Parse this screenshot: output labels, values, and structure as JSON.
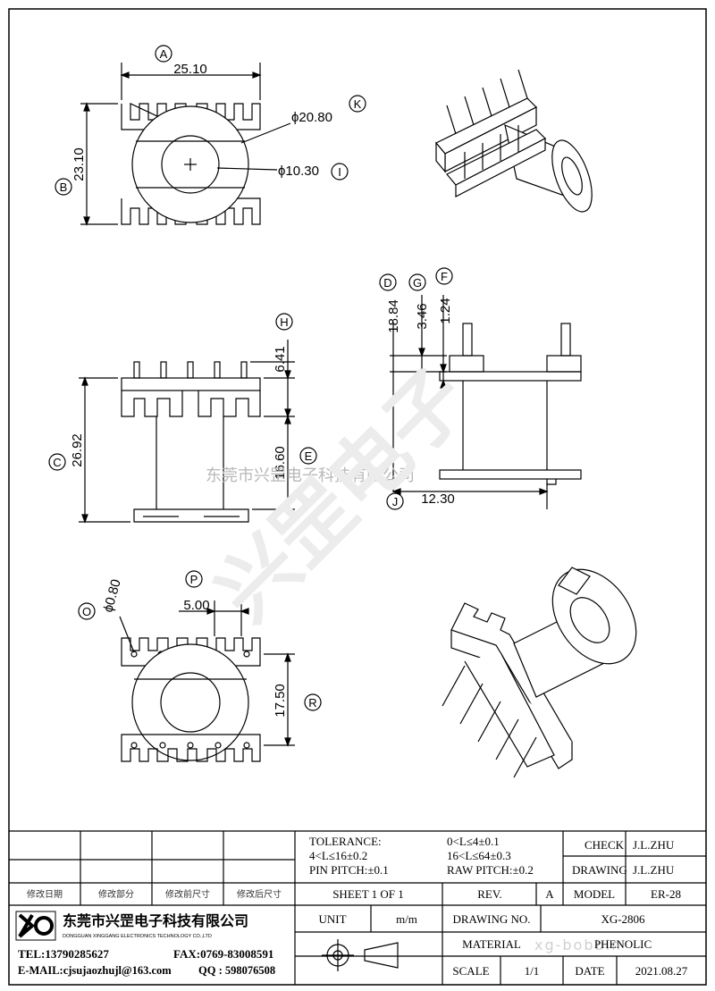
{
  "drawing": {
    "top_view": {
      "width": "25.10",
      "height": "23.10",
      "outer_dia": "ϕ20.80",
      "inner_dia": "ϕ10.30",
      "label_width": "A",
      "label_height": "B",
      "label_outer": "K",
      "label_inner": "I"
    },
    "front_view": {
      "total_height": "26.92",
      "pin_height": "6.41",
      "body_height": "16.60",
      "label_total": "C",
      "label_pin": "H",
      "label_body": "E"
    },
    "side_view": {
      "overall": "18.84",
      "flange": "3.46",
      "step": "1.24",
      "width": "12.30",
      "label_overall": "D",
      "label_flange": "G",
      "label_step": "F",
      "label_width": "J"
    },
    "bottom_view": {
      "pin_dia": "ϕ0.80",
      "pitch": "5.00",
      "span": "17.50",
      "label_pin": "O",
      "label_pitch": "P",
      "label_span": "R"
    },
    "watermark": "东莞市兴罡电子科技有限公司",
    "watermark_brand": "兴罡电子",
    "watermark_url": "xg-bobbin"
  },
  "title_block": {
    "tolerance_label": "TOLERANCE:",
    "tol_1": "0<L≤4±0.1",
    "tol_2": "4<L≤16±0.2",
    "tol_3": "16<L≤64±0.3",
    "pin_pitch": "PIN PITCH:±0.1",
    "raw_pitch": "RAW PITCH:±0.2",
    "check_label": "CHECK",
    "check_value": "J.L.ZHU",
    "drawing_label": "DRAWING",
    "drawing_value": "J.L.ZHU",
    "rev_headers": [
      "修改日期",
      "修改部分",
      "修改前尺寸",
      "修改后尺寸"
    ],
    "sheet": "SHEET 1 OF 1",
    "rev_label": "REV.",
    "rev_value": "A",
    "model_label": "MODEL",
    "model_value": "ER-28",
    "company_cn": "东莞市兴罡电子科技有限公司",
    "company_en": "DONGGUAN XINGGANG ELECTRONICS TECHNOLOGY CO.,LTD",
    "tel": "TEL:13790285627",
    "fax": "FAX:0769-83008591",
    "email": "E-MAIL:cjsujaozhujl@163.com",
    "qq": "QQ : 598076508",
    "unit_label": "UNIT",
    "unit_value": "m/m",
    "drawing_no_label": "DRAWING NO.",
    "drawing_no_value": "XG-2806",
    "material_label": "MATERIAL",
    "material_value": "PHENOLIC",
    "scale_label": "SCALE",
    "scale_value": "1/1",
    "date_label": "DATE",
    "date_value": "2021.08.27",
    "logo_text": "XG"
  }
}
